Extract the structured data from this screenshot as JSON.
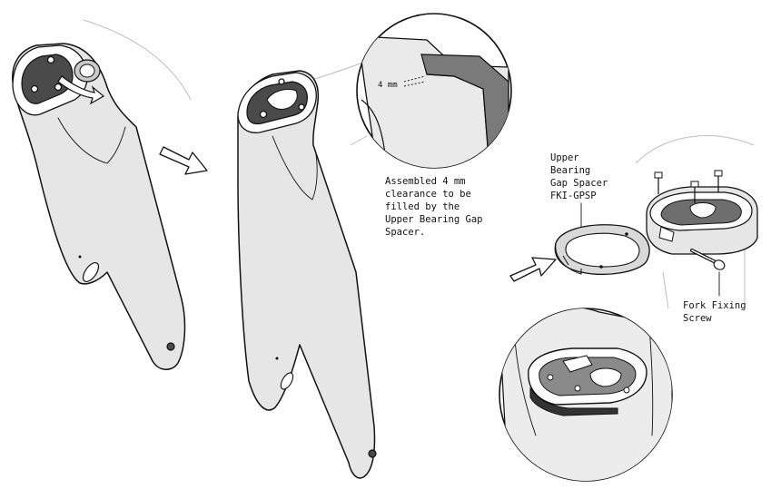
{
  "labels": {
    "clearance_mm": "4 mm",
    "assembled_note": [
      "Assembled 4 mm",
      "clearance to be",
      "filled by the",
      "Upper Bearing Gap",
      "Spacer."
    ],
    "spacer_name": [
      "Upper",
      "Bearing",
      "Gap Spacer",
      "FKI-GPSP"
    ],
    "screw_name": [
      "Fork Fixing",
      "Screw"
    ]
  },
  "colors": {
    "ink": "#111111",
    "body_gray": "#e6e6e6",
    "dark_gray": "#4a4a4a",
    "mid_gray": "#9a9a9a",
    "background": "#ffffff"
  },
  "icons": {
    "step_arrow": "hollow-right-arrow",
    "insert_arrow": "hollow-right-arrow"
  }
}
